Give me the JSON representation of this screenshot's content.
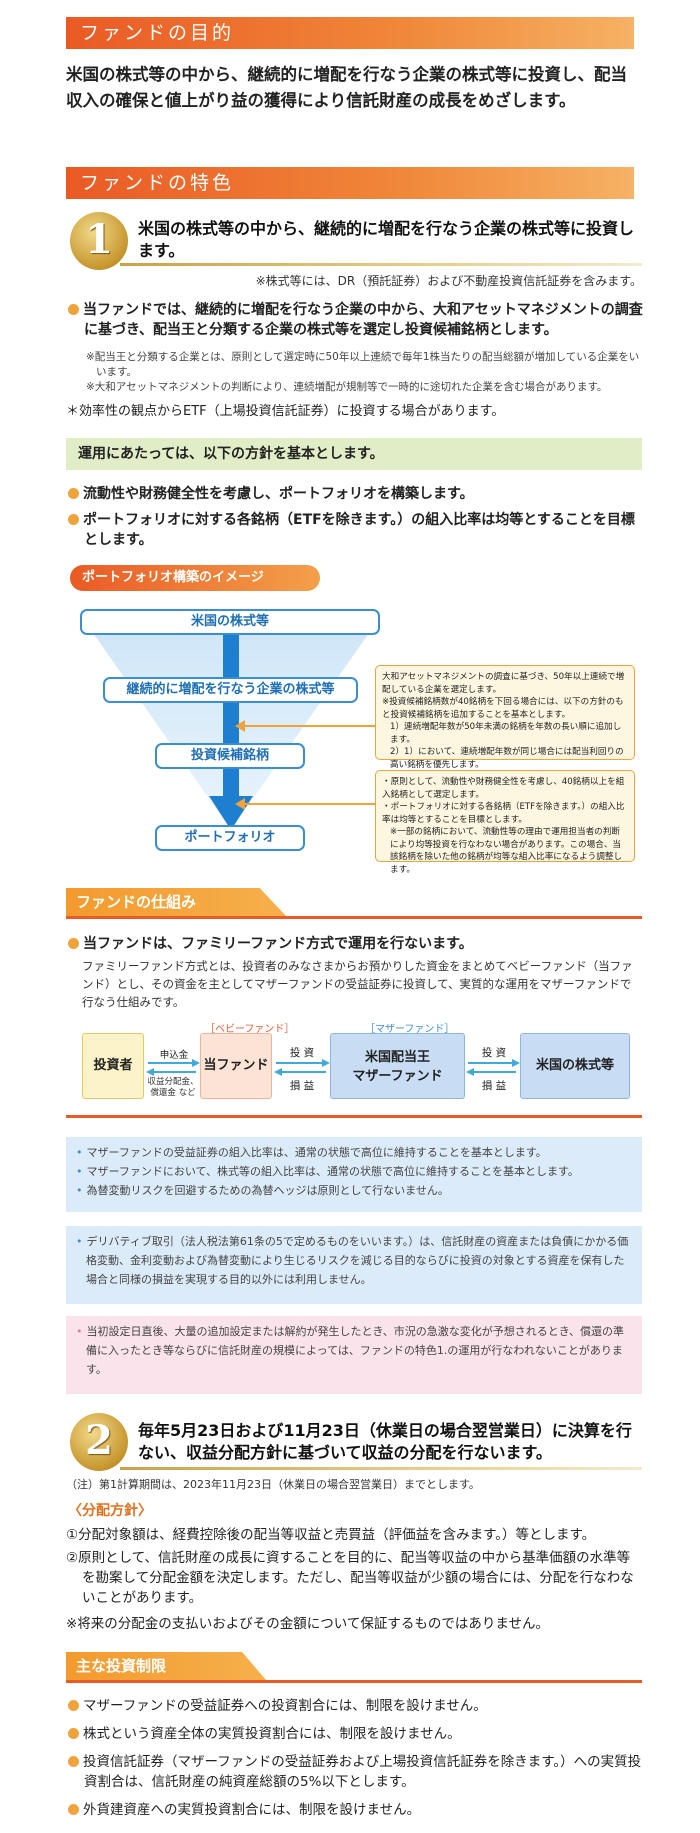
{
  "purpose": {
    "heading": "ファンドの目的",
    "text": "米国の株式等の中から、継続的に増配を行なう企業の株式等に投資し、配当収入の確保と値上がり益の獲得により信託財産の成長をめざします。"
  },
  "features": {
    "heading": "ファンドの特色",
    "f1": {
      "num": "1",
      "title": "米国の株式等の中から、継続的に増配を行なう企業の株式等に投資します。",
      "note": "※株式等には、DR（預託証券）および不動産投資信託証券を含みます。",
      "bullet1": "当ファンドでは、継続的に増配を行なう企業の中から、大和アセットマネジメントの調査に基づき、配当王と分類する企業の株式等を選定し投資候補銘柄とします。",
      "sub1": "※配当王と分類する企業とは、原則として選定時に50年以上連続で毎年1株当たりの配当総額が増加している企業をいいます。",
      "sub2": "※大和アセットマネジメントの判断により、連続増配が規制等で一時的に途切れた企業を含む場合があります。",
      "etf": "＊効率性の観点からETF（上場投資信託証券）に投資する場合があります。",
      "policy": "運用にあたっては、以下の方針を基本とします。",
      "p1": "流動性や財務健全性を考慮し、ポートフォリオを構築します。",
      "p2": "ポートフォリオに対する各銘柄（ETFを除きます。）の組入比率は均等とすることを目標とします。"
    }
  },
  "portfolio": {
    "label": "ポートフォリオ構築のイメージ",
    "n1": "米国の株式等",
    "n2": "継続的に増配を行なう企業の株式等",
    "n3": "投資候補銘柄",
    "n4": "ポートフォリオ",
    "note1": [
      "大和アセットマネジメントの調査に基づき、50年以上連続で増配している企業を選定します。",
      "※投資候補銘柄数が40銘柄を下回る場合には、以下の方針のもと投資候補銘柄を追加することを基本とします。",
      "1）連続増配年数が50年未満の銘柄を年数の長い順に追加します。",
      "2）1）において、連続増配年数が同じ場合には配当利回りの高い銘柄を優先します。"
    ],
    "note2": [
      "・原則として、流動性や財務健全性を考慮し、40銘柄以上を組入銘柄として選定します。",
      "・ポートフォリオに対する各銘柄（ETFを除きます。）の組入比率は均等とすることを目標とします。",
      "※一部の銘柄において、流動性等の理由で運用担当者の判断により均等投資を行なわない場合があります。この場合、当該銘柄を除いた他の銘柄が均等な組入比率になるよう調整します。"
    ]
  },
  "structure": {
    "label": "ファンドの仕組み",
    "bullet": "当ファンドは、ファミリーファンド方式で運用を行ないます。",
    "desc": "ファミリーファンド方式とは、投資者のみなさまからお預かりした資金をまとめてベビーファンド（当ファンド）とし、その資金を主としてマザーファンドの受益証券に投資して、実質的な運用をマザーファンドで行なう仕組みです。",
    "baby_tag": "［ベビーファンド］",
    "mother_tag": "［マザーファンド］",
    "investor": "投資者",
    "fund": "当ファンド",
    "mother": "米国配当王\nマザーファンド",
    "stocks": "米国の株式等",
    "apply": "申込金",
    "dist": "収益分配金、償還金 など",
    "invest1": "投 資",
    "pl1": "損 益",
    "invest2": "投 資",
    "pl2": "損 益"
  },
  "blue1": [
    "マザーファンドの受益証券の組入比率は、通常の状態で高位に維持することを基本とします。",
    "マザーファンドにおいて、株式等の組入比率は、通常の状態で高位に維持することを基本とします。",
    "為替変動リスクを回避するための為替ヘッジは原則として行ないません。"
  ],
  "blue2": "デリバティブ取引（法人税法第61条の5で定めるものをいいます。）は、信託財産の資産または負債にかかる価格変動、金利変動および為替変動により生じるリスクを減じる目的ならびに投資の対象とする資産を保有した場合と同様の損益を実現する目的以外には利用しません。",
  "pink": "当初設定日直後、大量の追加設定または解約が発生したとき、市況の急激な変化が予想されるとき、償還の準備に入ったとき等ならびに信託財産の規模によっては、ファンドの特色1.の運用が行なわれないことがあります。",
  "f2": {
    "num": "2",
    "title": "毎年5月23日および11月23日（休業日の場合翌営業日）に決算を行ない、収益分配方針に基づいて収益の分配を行ないます。",
    "note": "（注）第1計算期間は、2023年11月23日（休業日の場合翌営業日）までとします。",
    "policy_title": "〈分配方針〉",
    "pol1": "①分配対象額は、経費控除後の配当等収益と売買益（評価益を含みます。）等とします。",
    "pol2": "②原則として、信託財産の成長に資することを目的に、配当等収益の中から基準価額の水準等を勘案して分配金額を決定します。ただし、配当等収益が少額の場合には、分配を行なわないことがあります。",
    "pol3": "※将来の分配金の支払いおよびその金額について保証するものではありません。"
  },
  "limits": {
    "label": "主な投資制限",
    "l1": "マザーファンドの受益証券への投資割合には、制限を設けません。",
    "l2": "株式という資産全体の実質投資割合には、制限を設けません。",
    "l3": "投資信託証券（マザーファンドの受益証券および上場投資信託証券を除きます。）への実質投資割合は、信託財産の純資産総額の5%以下とします。",
    "l4": "外貨建資産への実質投資割合には、制限を設けません。"
  }
}
